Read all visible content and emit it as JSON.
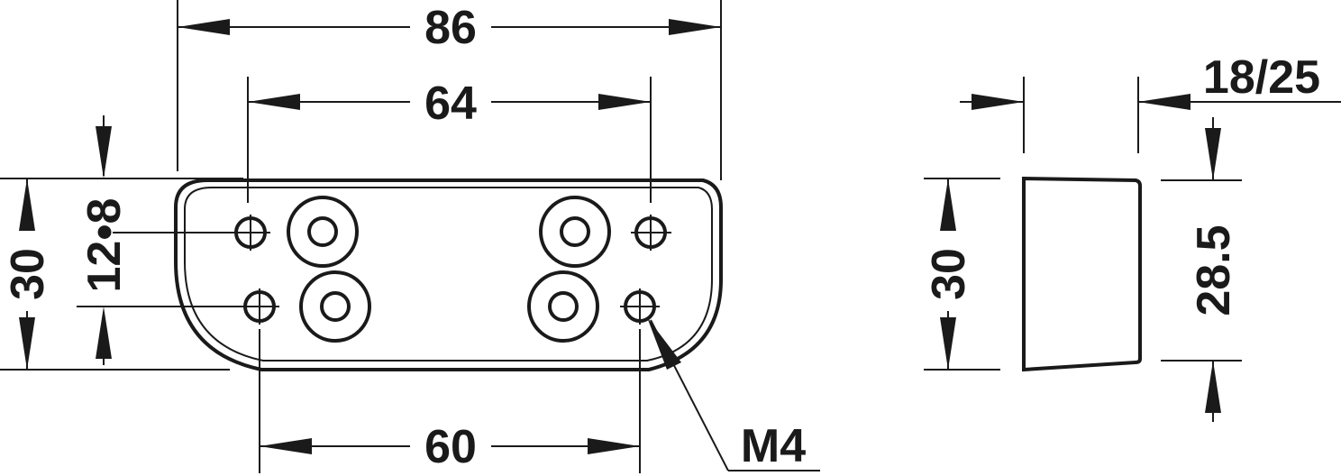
{
  "drawing": {
    "front_view": {
      "overall_width": "86",
      "hole_spacing_top": "64",
      "hole_spacing_bottom": "60",
      "height": "30",
      "hole_row_spacing": "12•8",
      "thread_label": "M4"
    },
    "side_view": {
      "thickness": "18/25",
      "height": "30",
      "inner_height": "28.5"
    }
  }
}
